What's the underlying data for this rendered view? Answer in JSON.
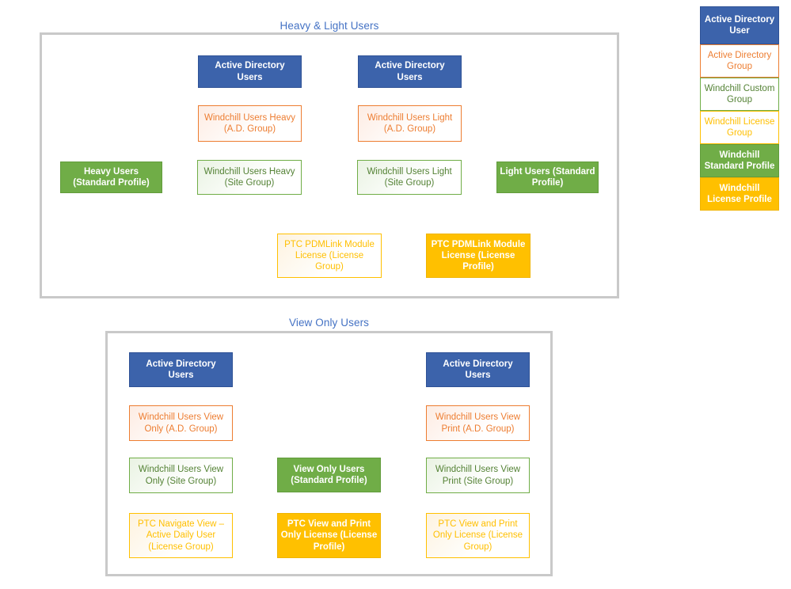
{
  "sections": [
    {
      "title": "Heavy & Light Users"
    },
    {
      "title": "View Only Users"
    }
  ],
  "colors": {
    "ad_user_fill": "#3c63ab",
    "ad_group_border": "#ed7d31",
    "custom_group_border": "#70ad47",
    "license_group_border": "#ffc000",
    "standard_profile_fill": "#70ad47",
    "license_profile_fill": "#ffc000",
    "title_text": "#4472c4",
    "frame_border": "#c9c9c9",
    "blue_arrow": "#4472c4",
    "orange_arrow": "#ed7d31",
    "green_arrow": "#4ea72e"
  },
  "legend": {
    "items": [
      {
        "label": "Active Directory User",
        "type": "ad-user"
      },
      {
        "label": "Active Directory Group",
        "type": "ad-group"
      },
      {
        "label": "Windchill Custom Group",
        "type": "custom-group"
      },
      {
        "label": "Windchill License Group",
        "type": "license-group"
      },
      {
        "label": "Windchill Standard Profile",
        "type": "standard-profile"
      },
      {
        "label": "Windchill License Profile",
        "type": "license-profile"
      }
    ]
  },
  "heavy_light": {
    "ad_users_heavy": "Active Directory Users",
    "ad_users_light": "Active Directory Users",
    "ad_group_heavy": "Windchill Users Heavy (A.D. Group)",
    "ad_group_light": "Windchill Users Light (A.D. Group)",
    "site_group_heavy": "Windchill Users Heavy (Site Group)",
    "site_group_light": "Windchill Users Light (Site Group)",
    "profile_heavy": "Heavy Users (Standard Profile)",
    "profile_light": "Light Users (Standard Profile)",
    "license_group": "PTC PDMLink Module License (License Group)",
    "license_profile": "PTC PDMLink Module License (License Profile)"
  },
  "view_only": {
    "ad_users_view": "Active Directory Users",
    "ad_users_print": "Active Directory Users",
    "ad_group_view": "Windchill Users View Only (A.D. Group)",
    "ad_group_print": "Windchill Users View Print (A.D. Group)",
    "site_group_view": "Windchill Users View Only  (Site Group)",
    "site_group_print": "Windchill Users View Print  (Site Group)",
    "profile_view": "View Only Users (Standard Profile)",
    "license_group_navigate": "PTC Navigate View – Active Daily User (License Group)",
    "license_group_viewprint": "PTC View and Print Only License (License Group)",
    "license_profile_viewprint": "PTC View and Print Only License (License Profile)"
  }
}
